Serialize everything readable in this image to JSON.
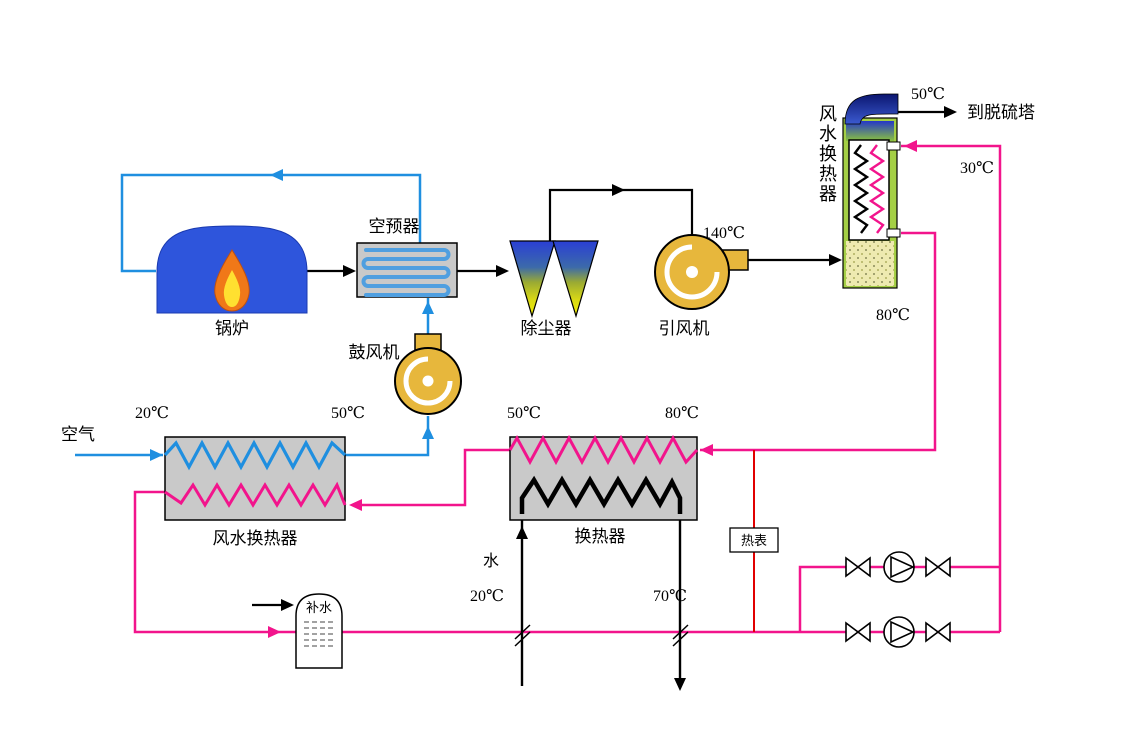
{
  "diagram": {
    "equipment": {
      "boiler": "锅炉",
      "air_preheater": "空预器",
      "dust_collector": "除尘器",
      "induced_draft_fan": "引风机",
      "blower": "鼓风机",
      "air_water_hx": "风水换热器",
      "heat_exchanger": "换热器",
      "heat_meter": "热表",
      "makeup_water": "补水"
    },
    "streams": {
      "air_inlet": "空气",
      "water": "水",
      "to_desulfurization": "到脱硫塔"
    },
    "temperatures": {
      "stack_outlet": "50℃",
      "return_water": "30℃",
      "fan_outlet": "140℃",
      "supply_water": "80℃",
      "air_in": "20℃",
      "air_out": "50℃",
      "hw_out": "50℃",
      "hw_in": "80℃",
      "cw_in": "20℃",
      "cw_out": "70℃"
    },
    "colors": {
      "air_line": "#1f8fe0",
      "hot_water_line": "#f2148c",
      "flue_line": "#000000",
      "meter_line": "#e10000",
      "exchanger_fill": "#c9c9c9",
      "fan_fill": "#e7b73c",
      "boiler_fill": "#2e55dc",
      "unit_green": "#a4cf45"
    }
  }
}
